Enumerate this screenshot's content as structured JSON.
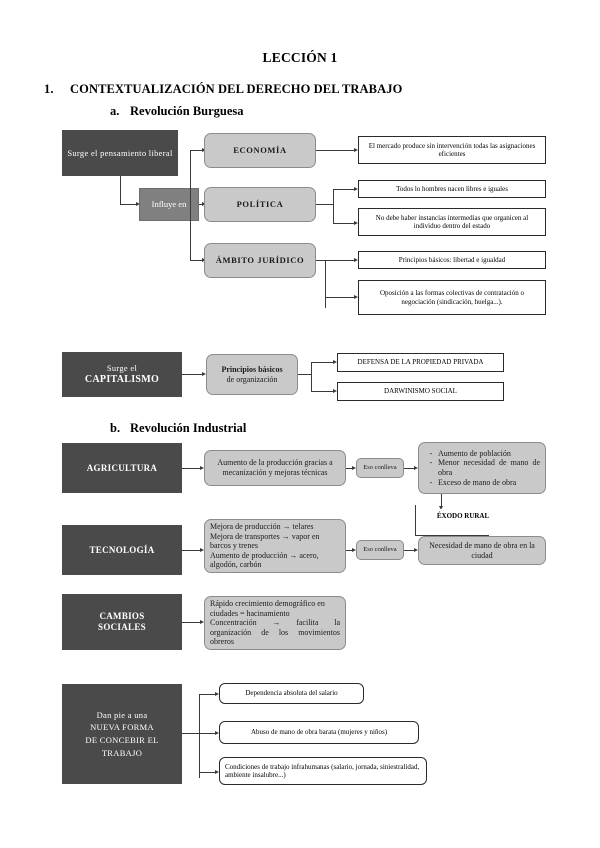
{
  "document": {
    "title": "LECCIÓN 1",
    "section1": {
      "number": "1.",
      "text": "CONTEXTUALIZACIÓN DEL DERECHO DEL TRABAJO"
    },
    "subsection_a": {
      "number": "a.",
      "text": "Revolución Burguesa"
    },
    "subsection_b": {
      "number": "b.",
      "text": "Revolución Industrial"
    }
  },
  "diagram_burguesa": {
    "source": "Surge el pensamiento liberal",
    "connector": "Influye en",
    "branches": [
      {
        "label": "ECONOMÍA",
        "outcomes": [
          "El mercado produce sin intervención todas las asignaciones eficientes"
        ]
      },
      {
        "label": "POLÍTICA",
        "outcomes": [
          "Todos lo hombres nacen libres e iguales",
          "No debe haber instancias intermedias que organicen al individuo dentro del estado"
        ]
      },
      {
        "label": "ÁMBITO JURÍDICO",
        "outcomes": [
          "Principios básicos: libertad e igualdad",
          "Oposición a las formas colectivas de contratación o negociación (sindicación, huelga...)."
        ]
      }
    ]
  },
  "diagram_capitalismo": {
    "source_line1": "Surge el",
    "source_line2": "CAPITALISMO",
    "principle_line1": "Principios básicos",
    "principle_line2": "de organización",
    "outcomes": [
      "DEFENSA DE LA PROPIEDAD PRIVADA",
      "DARWINISMO SOCIAL"
    ]
  },
  "diagram_industrial": {
    "rows": [
      {
        "label": "AGRICULTURA",
        "detail": "Aumento de la producción gracias a mecanización y mejoras técnicas",
        "connector": "Eso conlleva",
        "result_bullets": [
          "Aumento de población",
          "Menor necesidad de mano de obra",
          "Exceso de mano de obra"
        ]
      },
      {
        "label": "TECNOLOGÍA",
        "detail_lines": [
          "Mejora de producción → telares",
          "Mejora de transportes → vapor en barcos y trenes",
          "Aumento de producción → acero, algodón, carbón"
        ],
        "connector": "Eso conlleva",
        "result": "Necesidad de mano de obra en la ciudad"
      },
      {
        "label_line1": "CAMBIOS",
        "label_line2": "SOCIALES",
        "detail_lines": [
          "Rápido crecimiento demográfico en ciudades = hacinamiento",
          "Concentración → facilita la organización de los movimientos obreros"
        ]
      }
    ],
    "exodus_label": "ÉXODO RURAL"
  },
  "diagram_trabajo": {
    "source_lines": [
      "Dan pie a una",
      "NUEVA FORMA",
      "DE CONCEBIR EL",
      "TRABAJO"
    ],
    "outcomes": [
      "Dependencia absoluta del salario",
      "Abuso de mano de obra barata (mujeres y niños)",
      "Condiciones de trabajo infrahumanas (salario, jornada, siniestralidad, ambiente insalubre...)"
    ]
  },
  "colors": {
    "dark_box": "#4a4a4a",
    "mid_box": "#808080",
    "gray_box": "#c9c9c9",
    "line": "#3a3a3a",
    "page": "#ffffff"
  }
}
